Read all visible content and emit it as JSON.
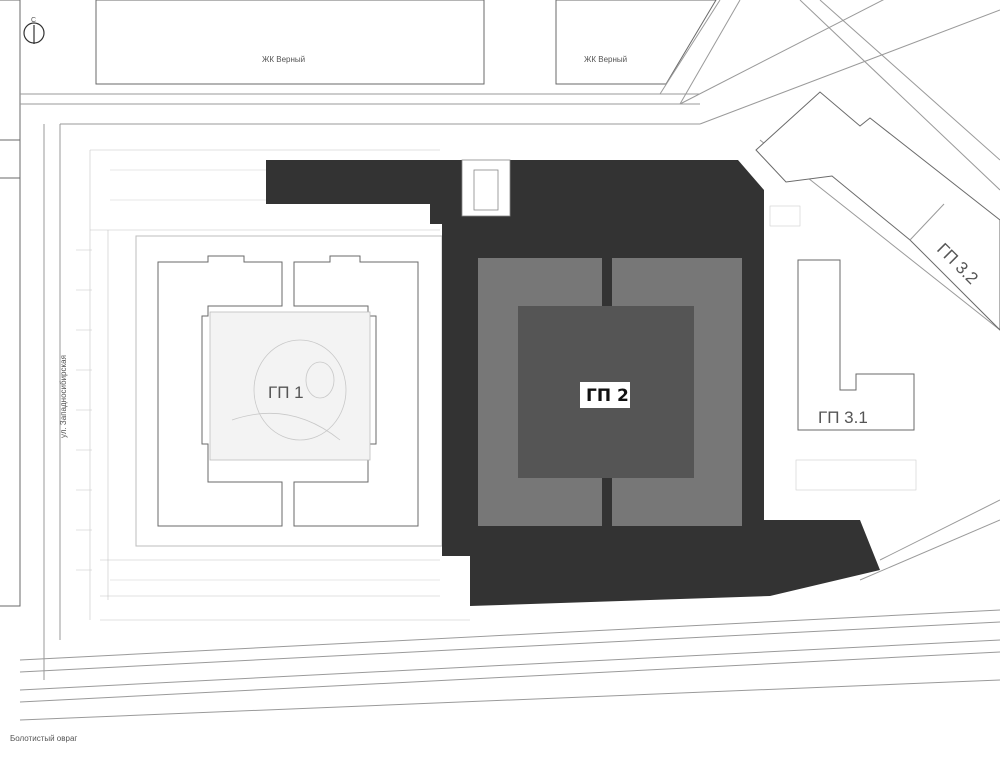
{
  "map": {
    "north_arrow": {
      "label": "С"
    },
    "neighbors": [
      {
        "label": "ЖК Верный"
      },
      {
        "label": "ЖК Верный"
      }
    ],
    "street_label": "ул. Западносибирская",
    "ravine_label": "Болотистый овраг",
    "plots": {
      "gp1": "ГП 1",
      "gp2": "ГП 2",
      "gp31": "ГП 3.1",
      "gp32": "ГП 3.2"
    },
    "colors": {
      "highlight_dark": "#333333",
      "highlight_wing": "#777777",
      "highlight_court": "#555555"
    }
  }
}
